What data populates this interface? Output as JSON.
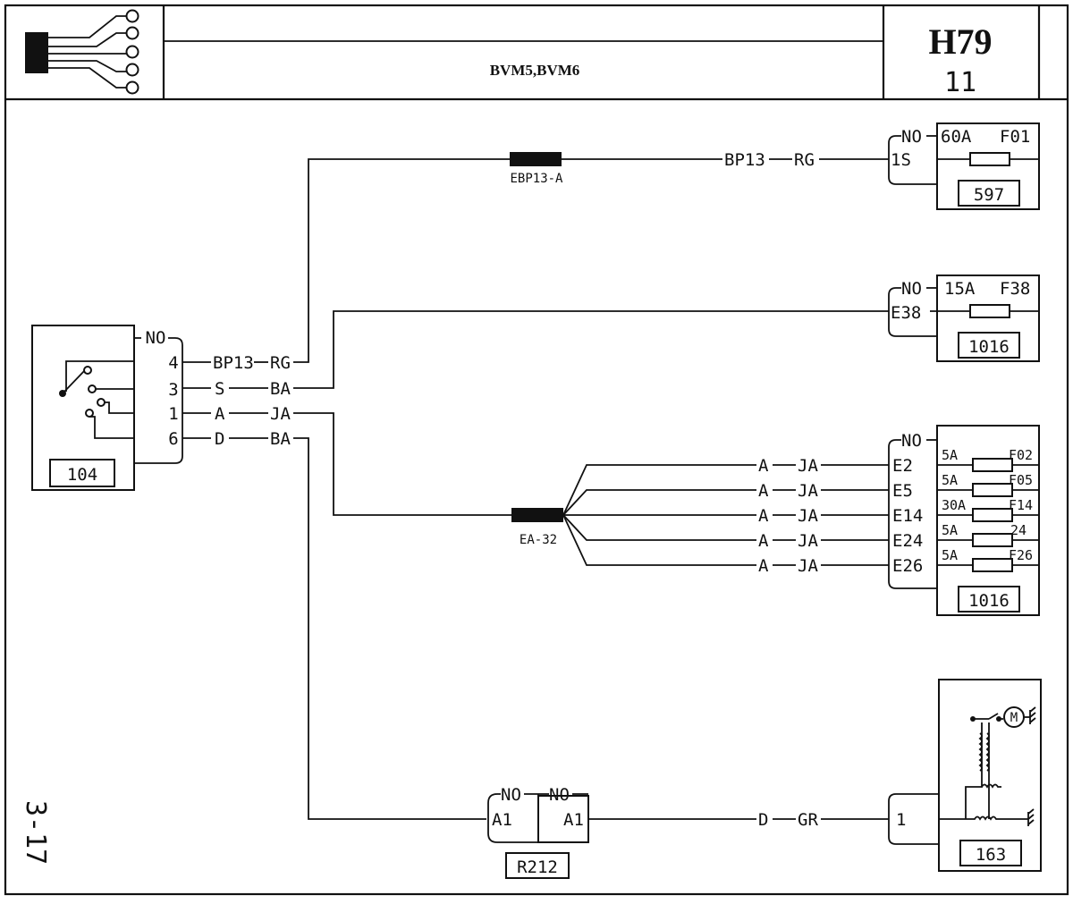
{
  "header": {
    "title": "BVM5,BVM6",
    "code": "H79",
    "number": "11"
  },
  "side_ref": "3-17",
  "components": {
    "c104": {
      "id": "104",
      "no": "NO",
      "pins": [
        "4",
        "3",
        "1",
        "6"
      ]
    },
    "c597": {
      "id": "597",
      "no": "NO",
      "pin": "1S",
      "fuse_rating": "60A",
      "fuse_id": "F01"
    },
    "c1016a": {
      "id": "1016",
      "no": "NO",
      "pin": "E38",
      "fuse_rating": "15A",
      "fuse_id": "F38"
    },
    "c1016b": {
      "id": "1016",
      "no": "NO",
      "pins": [
        "E2",
        "E5",
        "E14",
        "E24",
        "E26"
      ],
      "fuses": [
        {
          "rating": "5A",
          "id": "F02"
        },
        {
          "rating": "5A",
          "id": "F05"
        },
        {
          "rating": "30A",
          "id": "F14"
        },
        {
          "rating": "5A",
          "id": "24"
        },
        {
          "rating": "5A",
          "id": "F26"
        }
      ]
    },
    "r212": {
      "id": "R212",
      "no_left": "NO",
      "no_right": "NO",
      "pin_left": "A1",
      "pin_right": "A1"
    },
    "c163": {
      "id": "163",
      "pin": "1",
      "motor": "M"
    }
  },
  "splices": {
    "ebp13": "EBP13-A",
    "ea32": "EA-32"
  },
  "wires": {
    "w104_4": [
      "BP13",
      "RG"
    ],
    "w104_3": [
      "S",
      "BA"
    ],
    "w104_1": [
      "A",
      "JA"
    ],
    "w104_6": [
      "D",
      "BA"
    ],
    "w597": [
      "BP13",
      "RG"
    ],
    "ea_branches": [
      [
        "A",
        "JA"
      ],
      [
        "A",
        "JA"
      ],
      [
        "A",
        "JA"
      ],
      [
        "A",
        "JA"
      ],
      [
        "A",
        "JA"
      ]
    ],
    "w163": [
      "D",
      "GR"
    ]
  }
}
